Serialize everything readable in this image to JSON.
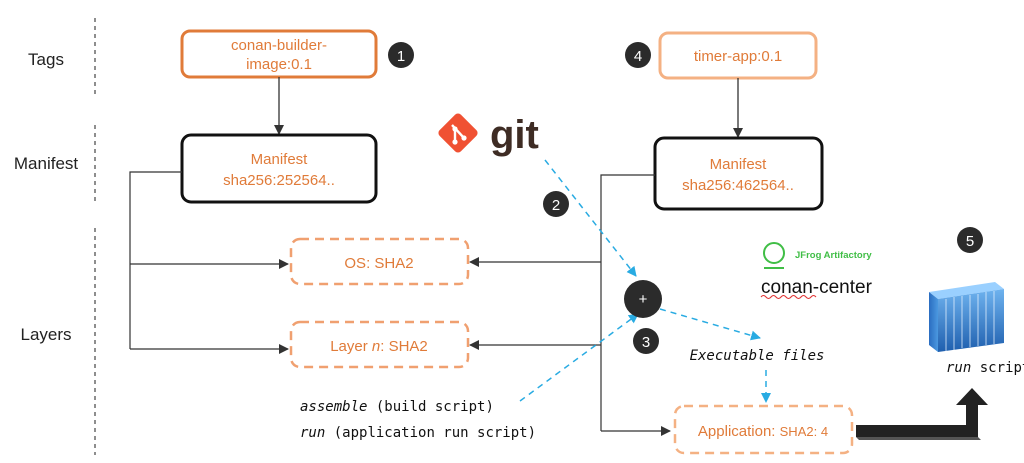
{
  "rows": {
    "tags": "Tags",
    "manifest": "Manifest",
    "layers": "Layers"
  },
  "builder": {
    "tag_line1": "conan-builder-",
    "tag_line2": "image:0.1",
    "manifest_title": "Manifest",
    "manifest_hash": "sha256:252564..",
    "layer_os": "OS: SHA2",
    "layer_n_prefix": "Layer ",
    "layer_n_var": "n",
    "layer_n_suffix": ": SHA2"
  },
  "app": {
    "tag": "timer-app:0.1",
    "manifest_title": "Manifest",
    "manifest_hash": "sha256:462564..",
    "application_label": "Application: ",
    "application_hash": "SHA2: 4"
  },
  "git": {
    "logo_text": "git"
  },
  "combine_symbol": "+",
  "executable_files": "Executable files",
  "scripts": {
    "assemble_cmd": "assemble",
    "assemble_desc": " (build script)",
    "run_cmd": "run",
    "run_desc": " (application run script)"
  },
  "artifactory": {
    "brand": "JFrog Artifactory",
    "repo_part1": "conan",
    "repo_part2": "-center"
  },
  "output": {
    "run_cmd": "run",
    "run_rest": " script"
  },
  "steps": [
    "1",
    "2",
    "3",
    "4",
    "5"
  ],
  "colors": {
    "tag_orange": "#e07b39",
    "tag_light_orange": "#f4b183",
    "text_orange": "#e07b39",
    "layer_dash": "#f0a070",
    "arrow_blue": "#29abe2",
    "badge": "#2b2b2b",
    "git_red": "#f05133",
    "jfrog_green": "#40be46",
    "container_blue": "#3a86d4"
  }
}
